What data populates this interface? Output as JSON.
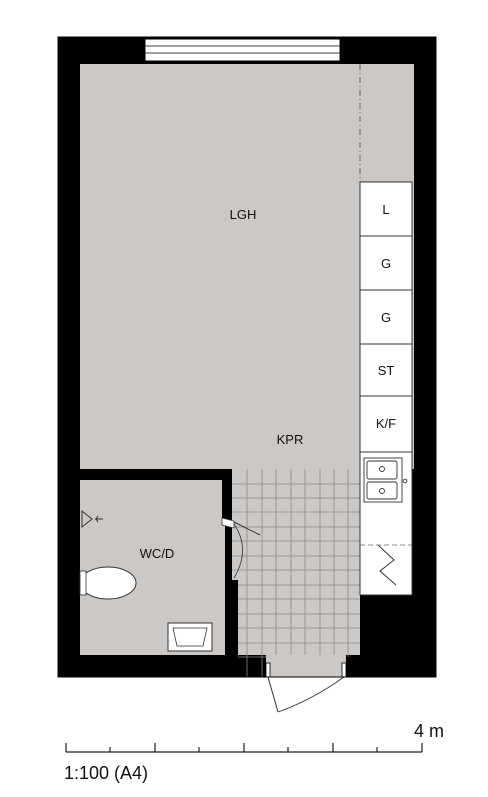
{
  "rooms": {
    "living": "LGH",
    "kitchen_living": "KPR",
    "bathroom": "WC/D"
  },
  "kitchen_units": [
    "L",
    "G",
    "G",
    "ST",
    "K/F"
  ],
  "scale": {
    "length_label": "4 m",
    "ratio_label": "1:100 (A4)"
  },
  "colors": {
    "wall": "#000000",
    "floor": "#cbc8c6",
    "tile_grid": "#8a8a8a",
    "background": "#ffffff"
  }
}
